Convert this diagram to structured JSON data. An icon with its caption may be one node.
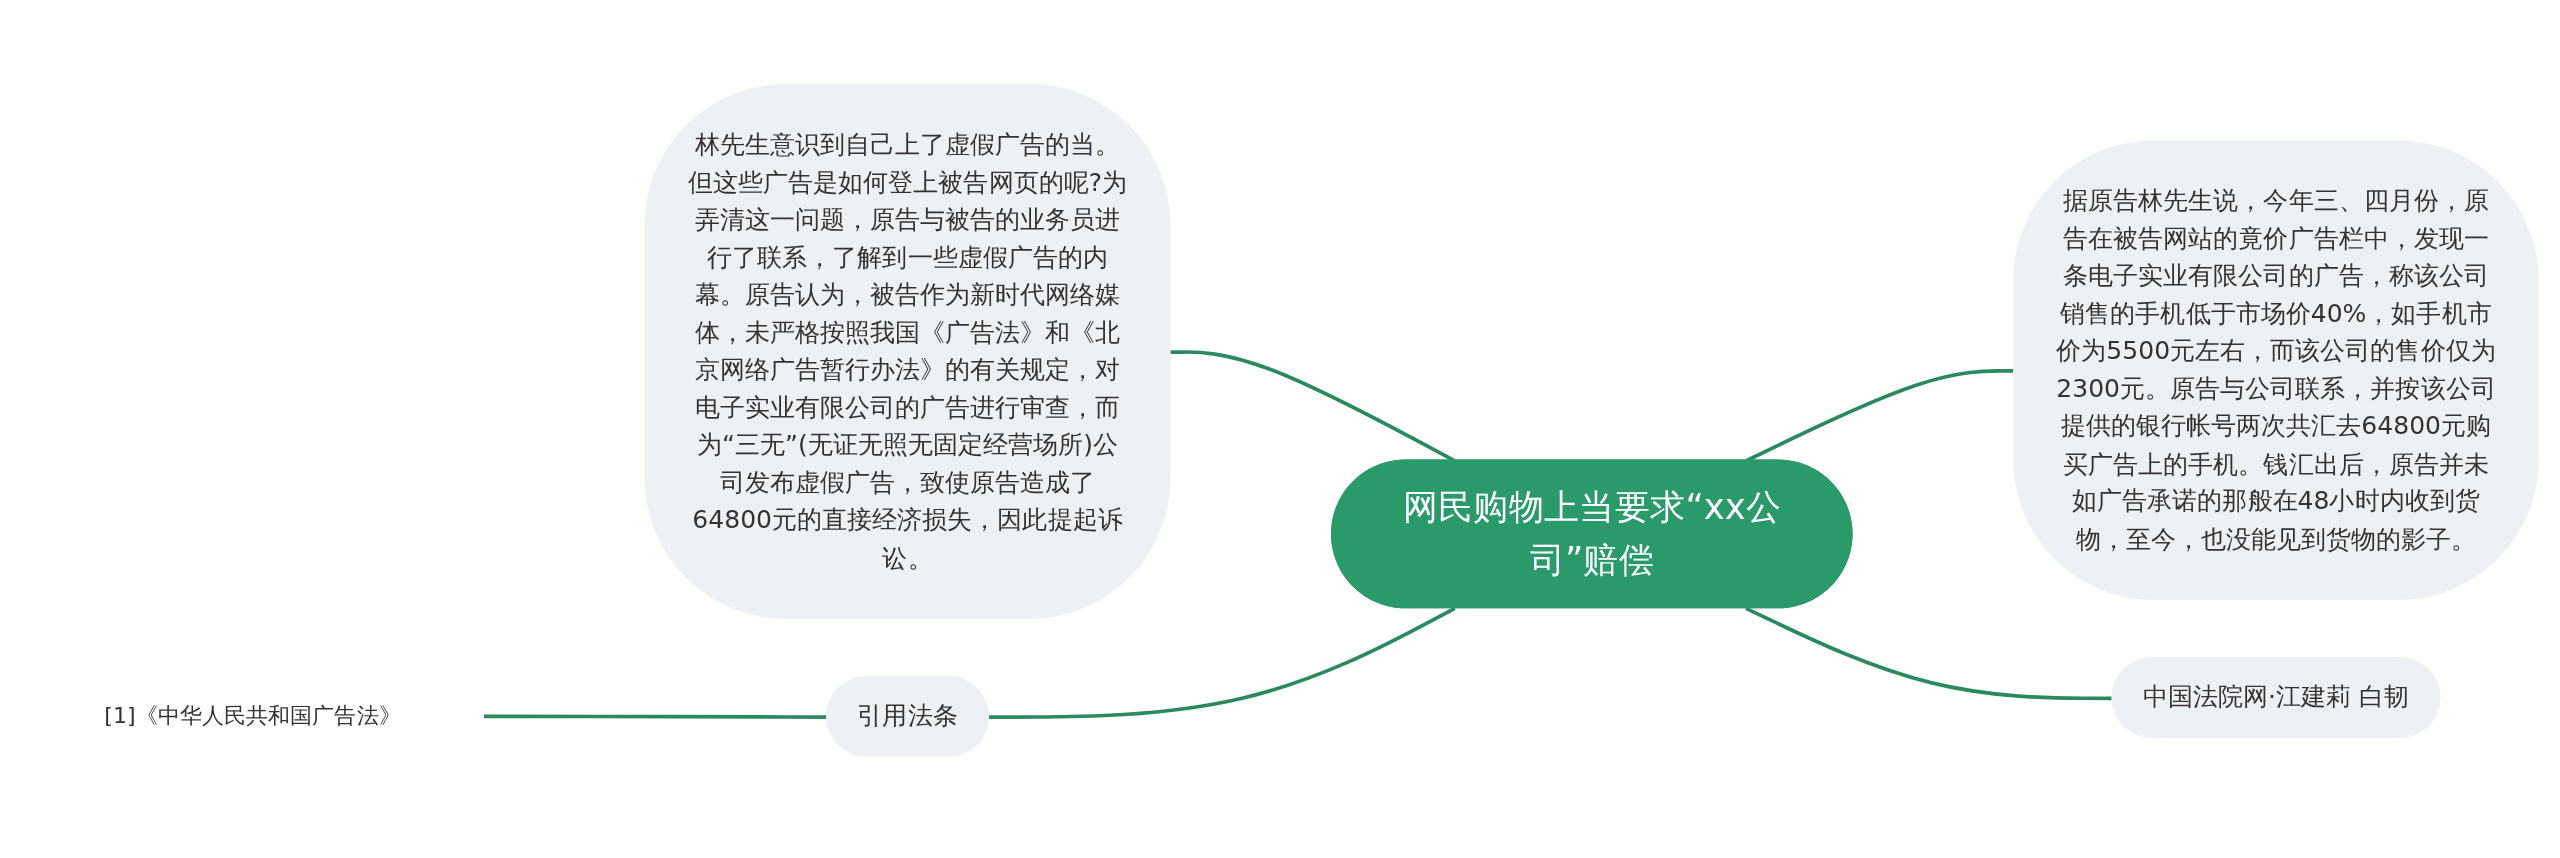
{
  "diagram": {
    "nodes": [
      {
        "text": [
          "网民购物上当要求“xx公司”赔偿"
        ]
      },
      {
        "text": [
          "林先生意识到自己上了虚假广告的当。但这些广告是如何登上被告网页的呢?为弄清这一问题，原告与被告的业务员进行了联系，了解到一些虚假广告的内幕。原告认为，被告作为新时代网络媒体，未严格按照我国《广告法》和《北京网络广告暂行办法》的有关规定，对电子实业有限公司的广告进行审查，而为“三无”(无证无照无固定经营场所)公司发布虚假广告，致使原告造成了64800元的直接经济损失，因此提起诉讼。"
        ]
      },
      {
        "text": [
          "引用法条"
        ]
      },
      {
        "text": [
          "[1]《中华人民共和国广告法》"
        ]
      },
      {
        "text": [
          "据原告林先生说，今年三、四月份，原告在被告网站的竟价广告栏中，发现一条电子实业有限公司的广告，称该公司销售的手机低于市场价40%，如手机市价为5500元左右，而该公司的售价仅为2300元。原告与公司联系，并按该公司提供的银行帐号两次共汇去64800元购买广告上的手机。钱汇出后，原告并未如广告承诺的那般在48小时内收到货物，至今，也没能见到货物的影子。"
        ]
      },
      {
        "text": [
          "中国法院网·江建莉 白韧"
        ]
      }
    ],
    "edges": [
      {
        "from": 1,
        "to": 0,
        "arrow": "none"
      },
      {
        "from": 2,
        "to": 0,
        "arrow": "none"
      },
      {
        "from": 3,
        "to": 2,
        "arrow": "none"
      },
      {
        "from": 0,
        "to": 4,
        "arrow": "none"
      },
      {
        "from": 0,
        "to": 5,
        "arrow": "none"
      }
    ]
  }
}
